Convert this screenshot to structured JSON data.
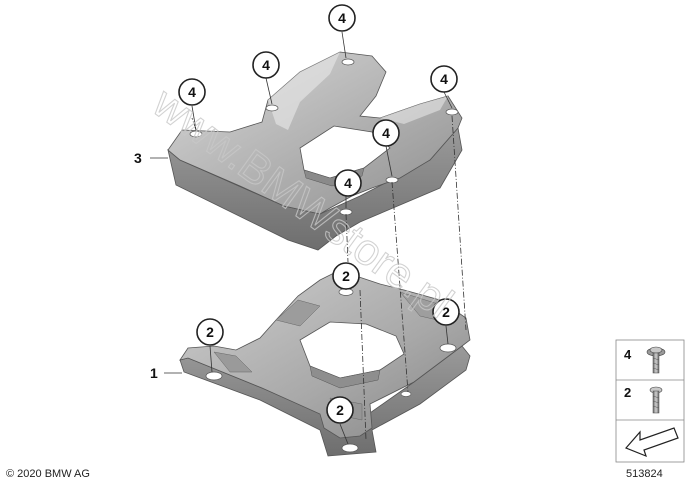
{
  "diagram": {
    "part_labels": [
      {
        "id": "part-3",
        "text": "3"
      },
      {
        "id": "part-1",
        "text": "1"
      }
    ],
    "callouts": [
      {
        "text": "4"
      },
      {
        "text": "4"
      },
      {
        "text": "4"
      },
      {
        "text": "4"
      },
      {
        "text": "4"
      },
      {
        "text": "4"
      },
      {
        "text": "2"
      },
      {
        "text": "2"
      },
      {
        "text": "2"
      },
      {
        "text": "2"
      }
    ],
    "legend": {
      "items": [
        {
          "number": "4",
          "icon": "torx-screw-with-washer-icon"
        },
        {
          "number": "2",
          "icon": "torx-screw-icon"
        }
      ],
      "arrow_icon": "direction-arrow-icon"
    },
    "copyright": "© 2020 BMW AG",
    "diagram_number": "513824",
    "watermark": "www.BMWstore.pl"
  }
}
